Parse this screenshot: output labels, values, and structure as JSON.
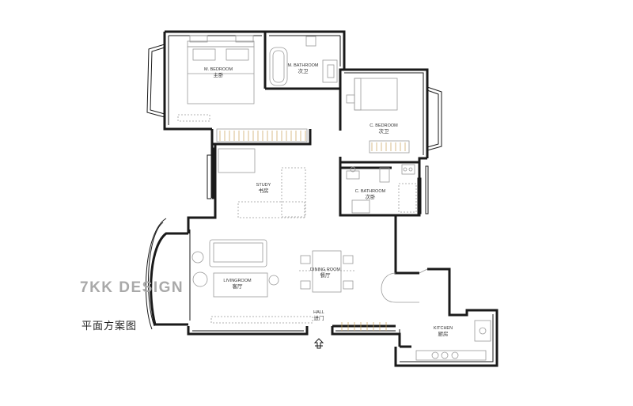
{
  "brand": "7KK DESIGN",
  "caption": "平面方案图",
  "rooms": {
    "master_bedroom": {
      "en": "M. BEDROOM",
      "zh": "主卧"
    },
    "master_bathroom": {
      "en": "M. BATHROOM",
      "zh": "次卫"
    },
    "child_bedroom": {
      "en": "C. BEDROOM",
      "zh": "次卫"
    },
    "child_bathroom": {
      "en": "C. BATHROOM",
      "zh": "次卧"
    },
    "study": {
      "en": "STUDY",
      "zh": "书房"
    },
    "living_room": {
      "en": "LIVINGROOM",
      "zh": "客厅"
    },
    "dining_room": {
      "en": "DINING ROOM",
      "zh": "餐厅"
    },
    "hall": {
      "en": "HALL",
      "zh": "进门"
    },
    "kitchen": {
      "en": "KITCHEN",
      "zh": "厨房"
    }
  },
  "icons": {
    "entrance": "entrance-arrow-icon"
  },
  "colors": {
    "wall": "#1a1a1a",
    "furniture": "#9a9a9a",
    "stair": "#c8a35a",
    "brand": "#a9a9a9"
  }
}
